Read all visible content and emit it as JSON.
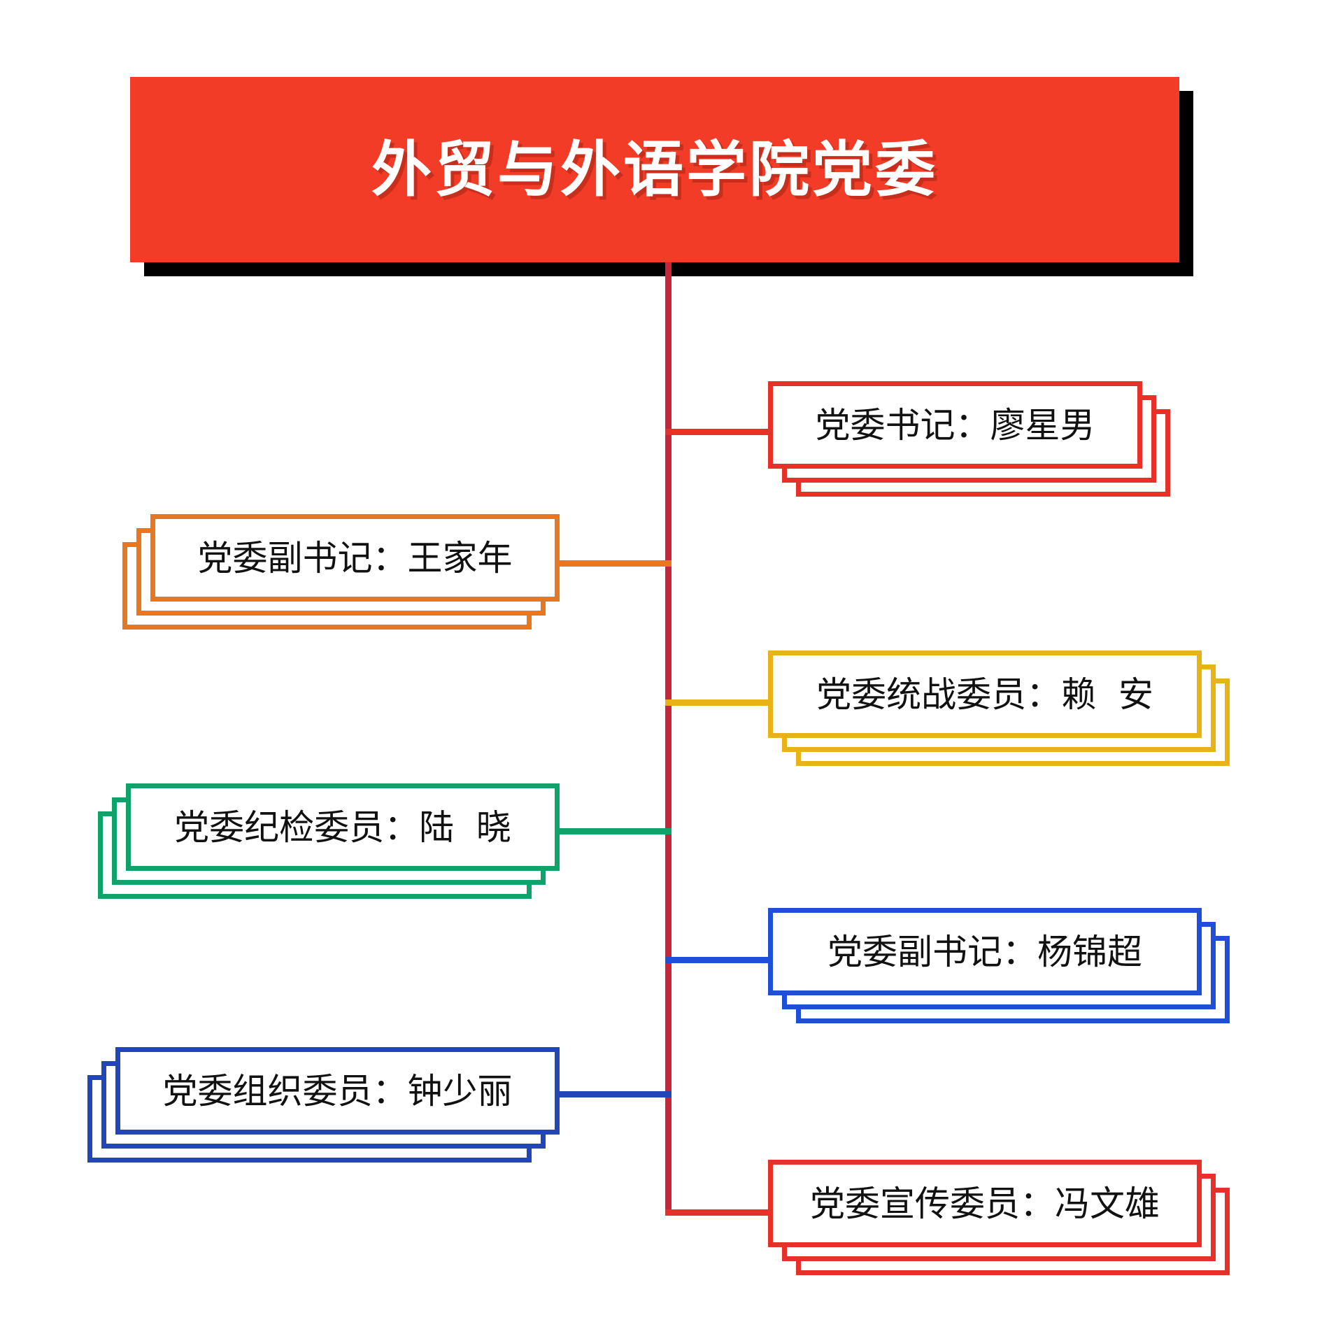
{
  "chart_data": {
    "type": "diagram",
    "title": "外贸与外语学院党委",
    "subtype": "org-chart",
    "root": {
      "label": "外贸与外语学院党委",
      "fill": "#F23C27",
      "text_color": "#FFFFFF",
      "shadow_color": "#000000"
    },
    "nodes": [
      {
        "id": "n1",
        "label": "党委书记：廖星男",
        "role": "党委书记",
        "name": "廖星男",
        "color": "#E8302A",
        "side": "right"
      },
      {
        "id": "n2",
        "label": "党委副书记：王家年",
        "role": "党委副书记",
        "name": "王家年",
        "color": "#E87722",
        "side": "left"
      },
      {
        "id": "n3",
        "label": "党委统战委员：赖  安",
        "role": "党委统战委员",
        "name": "赖  安",
        "color": "#E8B317",
        "side": "right"
      },
      {
        "id": "n4",
        "label": "党委纪检委员：陆  晓",
        "role": "党委纪检委员",
        "name": "陆  晓",
        "color": "#0FA36B",
        "side": "left"
      },
      {
        "id": "n5",
        "label": "党委副书记：杨锦超",
        "role": "党委副书记",
        "name": "杨锦超",
        "color": "#1F4FD8",
        "side": "right"
      },
      {
        "id": "n6",
        "label": "党委组织委员：钟少丽",
        "role": "党委组织委员",
        "name": "钟少丽",
        "color": "#2246B8",
        "side": "left"
      },
      {
        "id": "n7",
        "label": "党委宣传委员：冯文雄",
        "role": "党委宣传委员",
        "name": "冯文雄",
        "color": "#E8302A",
        "side": "right"
      }
    ],
    "trunk_color": "#C8253A",
    "background": "#FFFFFF"
  },
  "diagram": {
    "root_label": "外贸与外语学院党委",
    "items": {
      "secretary": "党委书记：廖星男",
      "deputy_wang": "党委副书记：王家年",
      "united_front": "党委统战委员：赖  安",
      "discipline": "党委纪检委员：陆  晓",
      "deputy_yang": "党委副书记：杨锦超",
      "organization": "党委组织委员：钟少丽",
      "propaganda": "党委宣传委员：冯文雄"
    }
  }
}
